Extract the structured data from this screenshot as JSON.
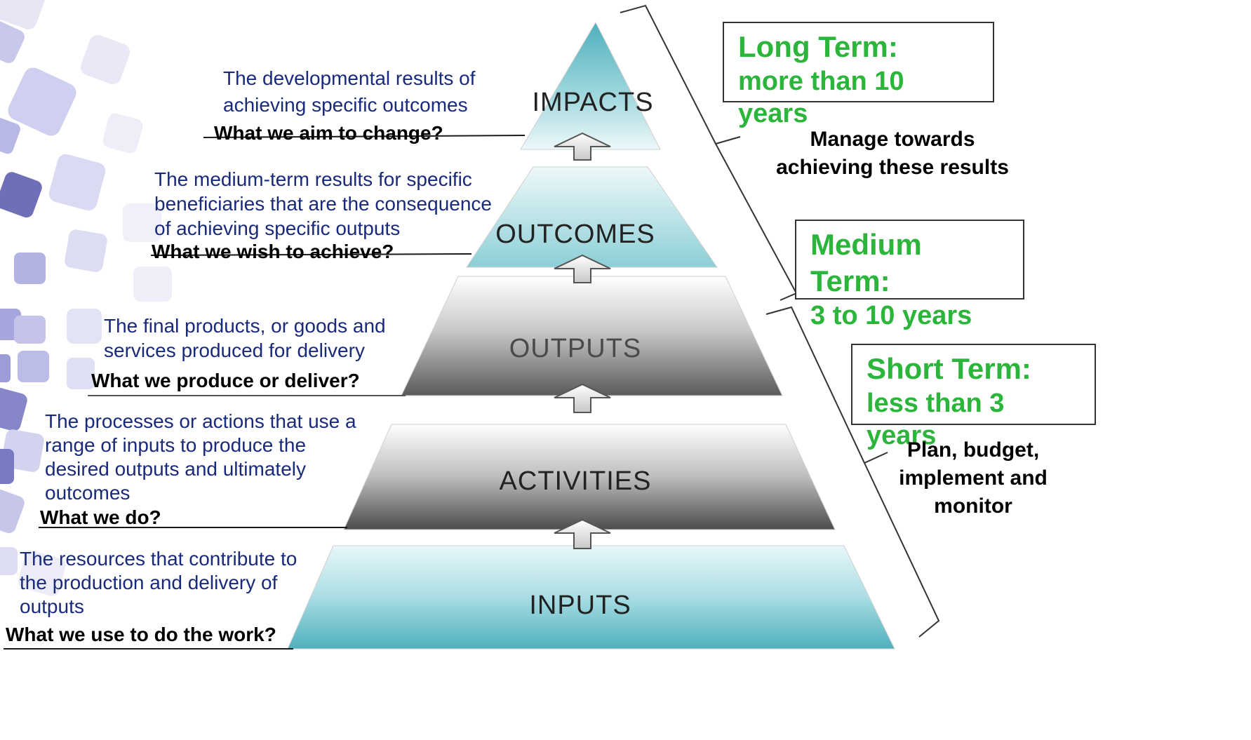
{
  "levels": [
    {
      "label": "IMPACTS",
      "description_lines": [
        "The developmental results of",
        "achieving specific outcomes"
      ],
      "question": "What we aim to change?"
    },
    {
      "label": "OUTCOMES",
      "description_lines": [
        "The medium-term results for specific",
        "beneficiaries that are the consequence",
        "of achieving specific outputs"
      ],
      "question": "What we wish to achieve?"
    },
    {
      "label": "OUTPUTS",
      "description_lines": [
        "The final products, or goods and",
        "services produced for delivery"
      ],
      "question": "What we produce or deliver?"
    },
    {
      "label": "ACTIVITIES",
      "description_lines": [
        "The processes or actions that use a",
        "range of inputs to produce the",
        "desired outputs and ultimately",
        "outcomes"
      ],
      "question": "What we do?"
    },
    {
      "label": "INPUTS",
      "description_lines": [
        "The resources that contribute to",
        "the production and delivery of",
        "outputs"
      ],
      "question": "What we use to do the work?"
    }
  ],
  "terms": {
    "long": {
      "title": "Long Term:",
      "range": "more than 10 years"
    },
    "medium": {
      "title": "Medium Term:",
      "range": "3 to 10 years"
    },
    "short": {
      "title": "Short Term:",
      "range": "less than 3 years"
    }
  },
  "notes": {
    "manage_lines": [
      "Manage towards",
      "achieving these results"
    ],
    "plan_lines": [
      "Plan, budget,",
      "implement and",
      "monitor"
    ]
  },
  "colors": {
    "term_text": "#2bb53a",
    "description_text": "#1a2a7a",
    "teal": "#5fb8c4",
    "gray": "#6e6e6e",
    "decor": "#8f8fcf"
  }
}
